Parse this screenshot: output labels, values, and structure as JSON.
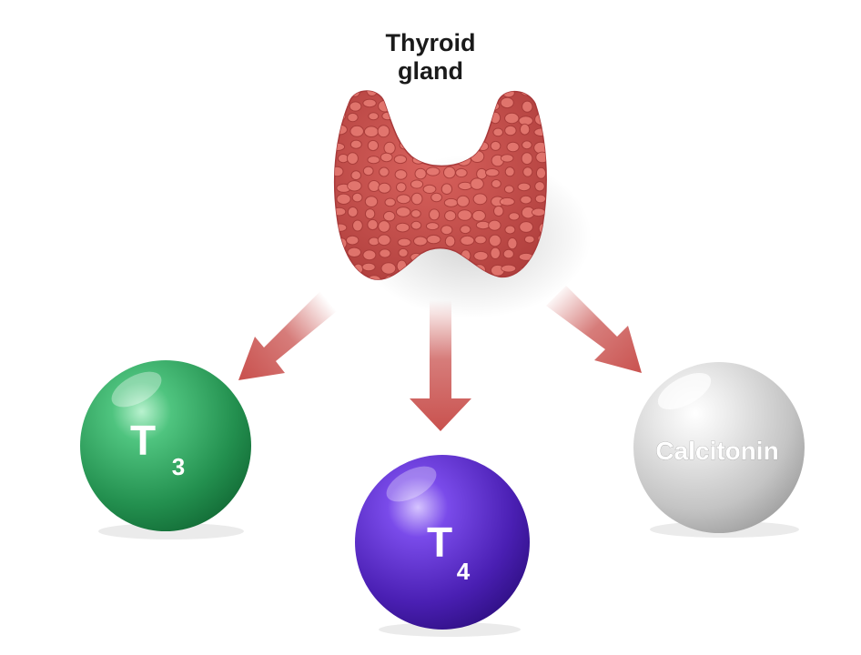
{
  "title": {
    "line1": "Thyroid",
    "line2": "gland"
  },
  "hormones": [
    {
      "letter": "T",
      "subscript": "3",
      "color": "#2e9e5c"
    },
    {
      "letter": "T",
      "subscript": "4",
      "color": "#5b2ac4"
    },
    {
      "label": "Calcitonin",
      "color": "#c9c9c9"
    }
  ],
  "colors": {
    "gland": "#c9514e",
    "arrow": "#c9514e"
  }
}
